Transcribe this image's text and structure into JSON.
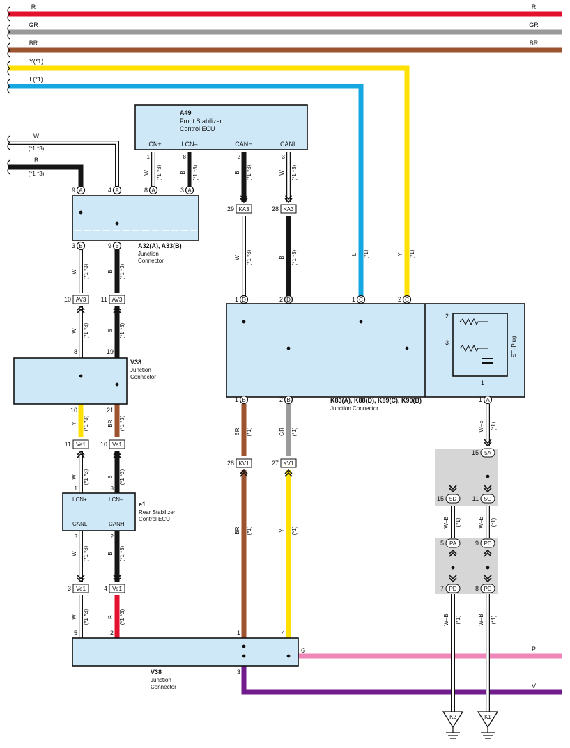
{
  "colors": {
    "R": "#e2112e",
    "GR": "#9a9a9a",
    "BR": "#9c5330",
    "Y": "#ffe000",
    "L": "#15a8e0",
    "W": "#ffffff",
    "B": "#151515",
    "P": "#ef86b8",
    "V": "#701c8c",
    "box": "#cfe8f8",
    "gray": "#d6d6d6"
  },
  "buses": {
    "R": "R",
    "GR": "GR",
    "BR": "BR",
    "Y": "Y(*1)",
    "L": "L(*1)",
    "W": "W",
    "W_note": "(*1 *3)",
    "B": "B",
    "B_note": "(*1 *3)",
    "P": "P",
    "V": "V"
  },
  "components": {
    "a49": {
      "id": "A49",
      "name1": "Front Stabilizer",
      "name2": "Control ECU",
      "pins": [
        "LCN+",
        "LCN–",
        "CANH",
        "CANL"
      ],
      "pin_nums": [
        "1",
        "8",
        "2",
        "3"
      ]
    },
    "a32": {
      "label": "A32(A), A33(B)",
      "name1": "Junction",
      "name2": "Connector",
      "top_pins": [
        "9",
        "4",
        "8",
        "3"
      ],
      "top_letters": [
        "A",
        "A",
        "A",
        "A"
      ],
      "bot_pins": [
        "3",
        "9"
      ],
      "bot_letters": [
        "B",
        "B"
      ]
    },
    "v38a": {
      "id": "V38",
      "name1": "Junction",
      "name2": "Connector",
      "top": [
        "8",
        "19"
      ],
      "bot": [
        "10",
        "21"
      ]
    },
    "e1": {
      "id": "e1",
      "name1": "Rear Stabilizer",
      "name2": "Control ECU",
      "pins": [
        "LCN+",
        "LCN–",
        "CANL",
        "CANH"
      ],
      "top_nums": [
        "1",
        "8"
      ],
      "bot_nums": [
        "3",
        "2"
      ]
    },
    "v38b": {
      "id": "V38",
      "name1": "Junction",
      "name2": "Connector",
      "top": [
        "5",
        "2",
        "1",
        "4"
      ],
      "right": "6",
      "bottom": "3"
    },
    "k83": {
      "label": "K83(A), K88(D), K89(C), K90(B)",
      "name": "Junction Connector",
      "top_pins": [
        "1",
        "2",
        "1",
        "2"
      ],
      "top_letters": [
        "D",
        "D",
        "C",
        "C"
      ],
      "bot_pins": [
        "1",
        "2",
        "1"
      ],
      "bot_letters": [
        "B",
        "B",
        "A"
      ],
      "st_plug": "ST–Plug",
      "st_pins": [
        "2",
        "3",
        "1"
      ]
    }
  },
  "inline_connectors": {
    "ka3_1": {
      "pin": "29",
      "name": "KA3"
    },
    "ka3_2": {
      "pin": "28",
      "name": "KA3"
    },
    "av3_1": {
      "pin": "10",
      "name": "AV3"
    },
    "av3_2": {
      "pin": "11",
      "name": "AV3"
    },
    "ve1_1": {
      "pin": "11",
      "name": "Ve1"
    },
    "ve1_2": {
      "pin": "10",
      "name": "Ve1"
    },
    "ve1_3": {
      "pin": "3",
      "name": "Ve1"
    },
    "ve1_4": {
      "pin": "4",
      "name": "Ve1"
    },
    "kv1_1": {
      "pin": "28",
      "name": "KV1"
    },
    "kv1_2": {
      "pin": "27",
      "name": "KV1"
    },
    "j5a": {
      "pin": "15",
      "name": "5A"
    },
    "j5d": {
      "pin": "15",
      "name": "5D"
    },
    "j5g": {
      "pin": "11",
      "name": "5G"
    },
    "jpa": {
      "pin": "5",
      "name": "PA"
    },
    "jpd1": {
      "pin": "9",
      "name": "PD"
    },
    "jpd2": {
      "pin": "7",
      "name": "PD"
    },
    "jpd3": {
      "pin": "8",
      "name": "PD"
    }
  },
  "wire_labels": {
    "w1": "W",
    "b1": "B",
    "b2": "B",
    "w2": "W",
    "w_av": "W",
    "b_av": "B",
    "w_v": "W",
    "b_v": "B",
    "y_v": "Y",
    "br_v": "BR",
    "w_ve": "W",
    "b_ve": "B",
    "w_e1": "W",
    "b_e1": "B",
    "w_ve3": "W",
    "r_ve4": "R",
    "l_c": "L",
    "y_c": "Y",
    "br_k": "BR",
    "gr_k": "GR",
    "br_kv": "BR",
    "y_kv": "Y",
    "wb_1": "W–B",
    "wb_5d": "W–B",
    "wb_5g": "W–B",
    "wb_7": "W–B",
    "wb_8": "W–B",
    "n13": "(*1 *3)",
    "n1": "(*1)"
  },
  "grounds": [
    "K2",
    "K1"
  ]
}
